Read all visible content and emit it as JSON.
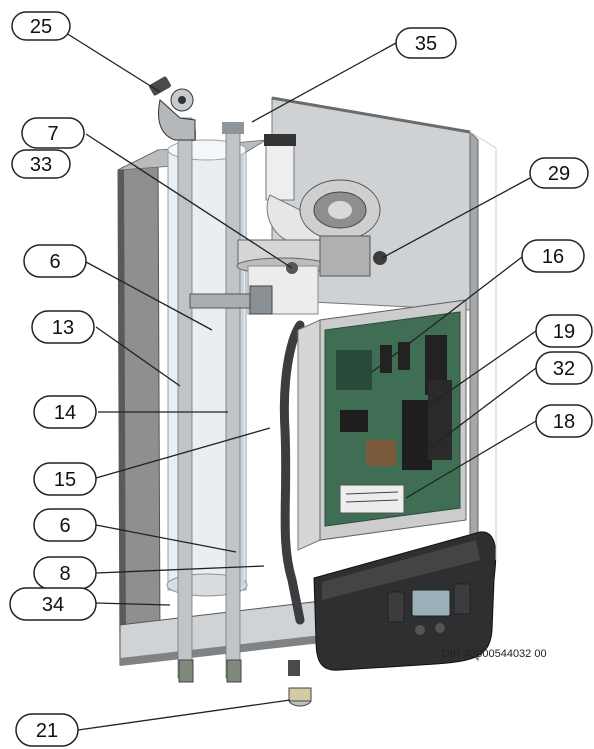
{
  "callouts": {
    "c25": "25",
    "c33": "33",
    "c35": "35",
    "c7": "7",
    "c29": "29",
    "c16": "16",
    "c6a": "6",
    "c13": "13",
    "c19": "19",
    "c32": "32",
    "c14": "14",
    "c18": "18",
    "c15": "15",
    "c6b": "6",
    "c8": "8",
    "c34": "34",
    "c21": "21"
  },
  "document_ref": "DIR #2000544032   00",
  "colors": {
    "panel_gray": "#8f8f8f",
    "panel_dark": "#5a5a5a",
    "cylinder": "#e9eef2",
    "pipe": "#bfc4c8",
    "housing_dark": "#2f2f31",
    "board_green": "#3f6e55",
    "outline": "#222222"
  }
}
